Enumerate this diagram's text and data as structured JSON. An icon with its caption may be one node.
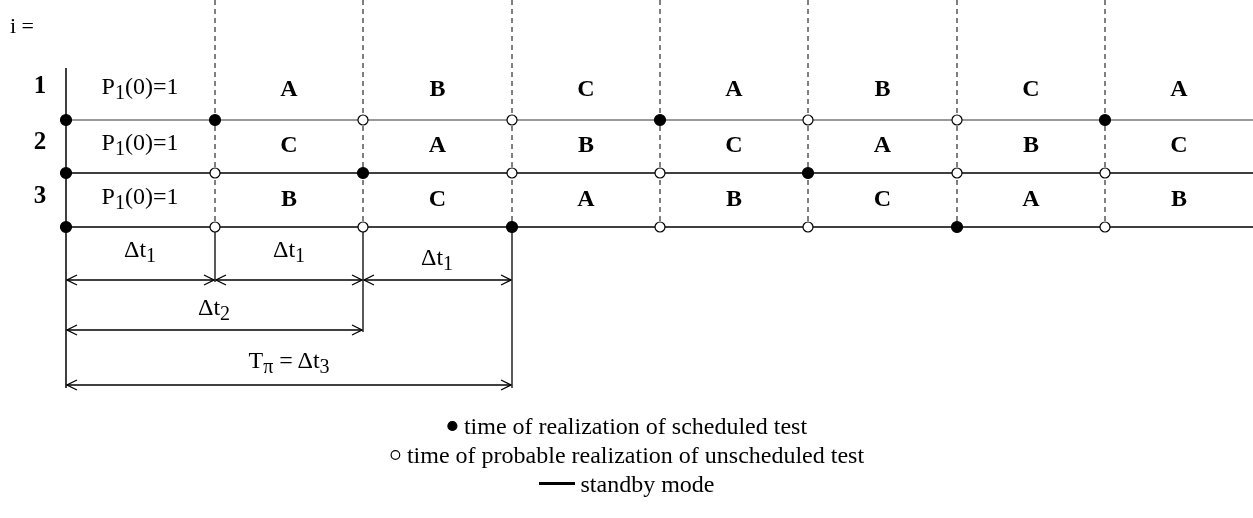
{
  "diagram": {
    "labels": [
      "i =",
      "1",
      "P$_{1}$(0)=1",
      "A",
      "B",
      "C",
      "A",
      "B",
      "C",
      "A",
      "2",
      "P$_{1}$(0)=1",
      "C",
      "A",
      "B",
      "C",
      "A",
      "B",
      "C",
      "3",
      "P$_{1}$(0)=1",
      "B",
      "C",
      "A",
      "B",
      "C",
      "A",
      "B",
      "Δt$_{1}$",
      "Δt$_{1}$",
      "Δt$_{1}$",
      "Δt$_{2}$",
      "T$_{π}$ = Δt$_{3}$"
    ],
    "legend": [
      {
        "text": "time of realization of scheduled test"
      },
      {
        "text": "time of probable realization of unscheduled test"
      },
      {
        "text": "standby mode"
      }
    ]
  }
}
